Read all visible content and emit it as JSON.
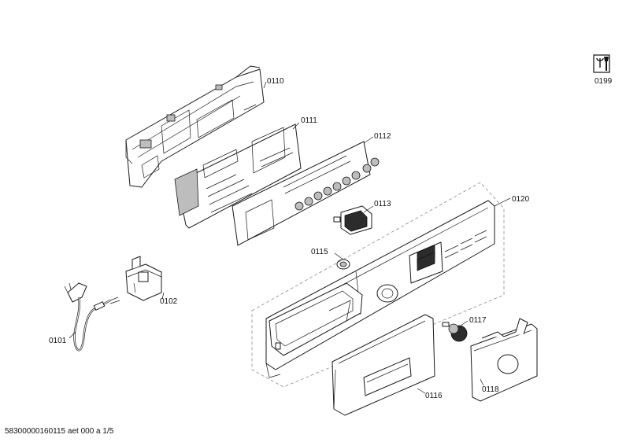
{
  "parts": [
    {
      "id": "0110",
      "label": "0110"
    },
    {
      "id": "0111",
      "label": "0111"
    },
    {
      "id": "0112",
      "label": "0112"
    },
    {
      "id": "0113",
      "label": "0113"
    },
    {
      "id": "0115",
      "label": "0115"
    },
    {
      "id": "0120",
      "label": "0120"
    },
    {
      "id": "0117",
      "label": "0117"
    },
    {
      "id": "0102",
      "label": "0102"
    },
    {
      "id": "0101",
      "label": "0101"
    },
    {
      "id": "0116",
      "label": "0116"
    },
    {
      "id": "0118",
      "label": "0118"
    },
    {
      "id": "0199",
      "label": "0199"
    }
  ],
  "footer": "58300000160115 aet 000 a 1/5",
  "icons": {
    "manual": "manual-wrench-icon"
  }
}
